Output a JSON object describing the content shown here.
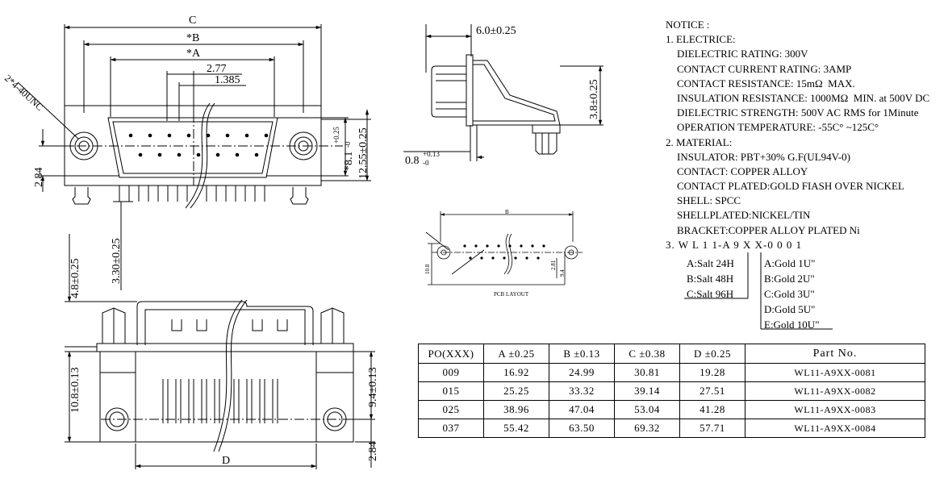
{
  "dims": {
    "C": "C",
    "B": "*B",
    "A": "*A",
    "d277": "2.77",
    "d1385": "1.385",
    "hole": "2*4-40UNC",
    "h1255": "12.55±0.25",
    "h81": "*8.1",
    "tol_up": "+0.25",
    "tol_dn": "-0",
    "d284": "2.84",
    "d330": "3.30±0.25",
    "d48": "4.8±0.25",
    "d108": "10.8±0.13",
    "d94": "9.4±0.13",
    "d284b": "2.84",
    "D": "D",
    "d60": "6.0±0.25",
    "d38": "3.8±0.25",
    "d08": "0.8",
    "d08_up": "+0.13",
    "d08_dn": "-0"
  },
  "pcb": {
    "title": "PCB LAYOUT",
    "B": "B",
    "d108": "10.8",
    "d281": "2.81",
    "d94": "9.4"
  },
  "notice": [
    {
      "text": "NOTICE :",
      "indent": 0
    },
    {
      "text": "1. ELECTRICE:",
      "indent": 0
    },
    {
      "text": "DIELECTRIC RATING: 300V",
      "indent": 1
    },
    {
      "text": "CONTACT CURRENT RATING: 3AMP",
      "indent": 1
    },
    {
      "text": "CONTACT RESISTANCE: 15mΩ  MAX.",
      "indent": 1
    },
    {
      "text": "INSULATION RESISTANCE: 1000MΩ  MIN. at 500V DC",
      "indent": 1
    },
    {
      "text": "DIELECTRIC STRENGTH: 500V AC RMS for 1Minute",
      "indent": 1
    },
    {
      "text": "OPERATION TEMPERATURE: -55C° ~125C°",
      "indent": 1
    },
    {
      "text": "2. MATERIAL:",
      "indent": 0
    },
    {
      "text": "INSULATOR: PBT+30% G.F(UL94V-0)",
      "indent": 1
    },
    {
      "text": "CONTACT: COPPER ALLOY",
      "indent": 1
    },
    {
      "text": "CONTACT PLATED:GOLD FIASH OVER NICKEL",
      "indent": 1
    },
    {
      "text": "SHELL: SPCC",
      "indent": 1
    },
    {
      "text": "SHELLPLATED:NICKEL/TIN",
      "indent": 1
    },
    {
      "text": "BRACKET:COPPER ALLOY PLATED Ni",
      "indent": 1
    }
  ],
  "order_code": {
    "code": "3. W L 1 1-A 9 X X-0 0 0 1",
    "salt": [
      "A:Salt 24H",
      "B:Salt 48H",
      "C:Salt 96H"
    ],
    "gold": [
      "A:Gold 1U\"",
      "B:Gold 2U\"",
      "C:Gold 3U\"",
      "D:Gold 5U\"",
      "E:Gold 10U\""
    ]
  },
  "table": {
    "headers": [
      "PO(XXX)",
      "A ±0.25",
      "B ±0.13",
      "C ±0.38",
      "D ±0.25",
      "Part  No."
    ],
    "rows": [
      [
        "009",
        "16.92",
        "24.99",
        "30.81",
        "19.28",
        "WL11-A9XX-0081"
      ],
      [
        "015",
        "25.25",
        "33.32",
        "39.14",
        "27.51",
        "WL11-A9XX-0082"
      ],
      [
        "025",
        "38.96",
        "47.04",
        "53.04",
        "41.28",
        "WL11-A9XX-0083"
      ],
      [
        "037",
        "55.42",
        "63.50",
        "69.32",
        "57.71",
        "WL11-A9XX-0084"
      ]
    ]
  }
}
